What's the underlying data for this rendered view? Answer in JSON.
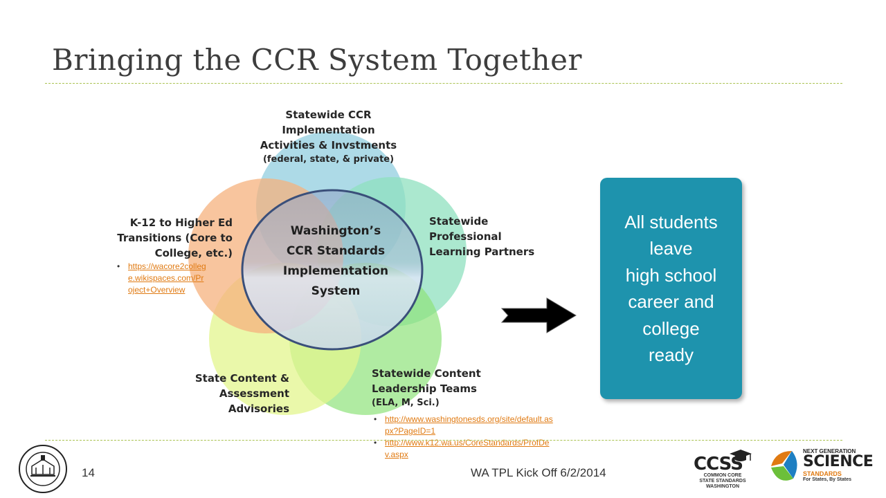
{
  "slide": {
    "title": "Bringing the CCR System Together",
    "page_number": "14",
    "footer": "WA TPL Kick Off 6/2/2014"
  },
  "diagram": {
    "center": [
      "Washington’s",
      "CCR Standards",
      "Implementation",
      "System"
    ],
    "petals": {
      "top": {
        "lines": [
          "Statewide  CCR Implementation",
          "Activities & Invstments"
        ],
        "sub": "(federal, state, & private)",
        "color": "#9fd3e3"
      },
      "right": {
        "lines": [
          "Statewide",
          "Professional",
          "Learning Partners"
        ],
        "color": "#8fe0bf"
      },
      "lower_right": {
        "lines": [
          "Statewide  Content",
          "Leadership Teams"
        ],
        "sub": "(ELA, M, Sci.)",
        "color": "#8ee27a"
      },
      "lower_left": {
        "lines": [
          "State Content &",
          "Assessment",
          "Advisories"
        ],
        "color": "#e3f58d"
      },
      "left": {
        "lines": [
          "K-12 to Higher Ed",
          "Transitions  (Core to",
          "College, etc.)"
        ],
        "color": "#f5b17e"
      }
    },
    "links_left": [
      "https://wacore2college.wikispaces.com/Project+Overview"
    ],
    "links_bottom": [
      "http://www.washingtonesds.org/site/default.aspx?PageID=1",
      "http://www.k12.wa.us/CoreStandards/ProfDev.aspx"
    ]
  },
  "outcome": {
    "text": "All students\nleave\nhigh school\ncareer and\ncollege\nready",
    "color": "#1e93ad"
  },
  "logos": {
    "ccss": {
      "mark": "CCSS",
      "subtitle": "COMMON CORE\nSTATE STANDARDS\nWASHINGTON"
    },
    "ngss": {
      "top": "NEXT GENERATION",
      "main": "SCIENCE",
      "sub1": "STANDARDS",
      "sub2": "For States, By States"
    }
  }
}
